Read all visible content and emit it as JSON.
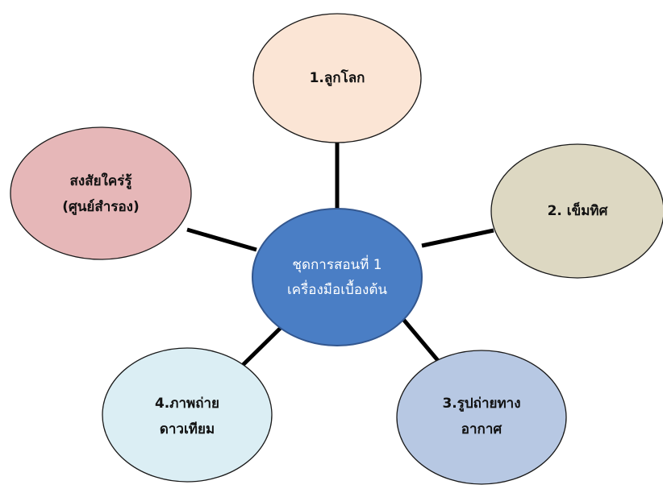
{
  "diagram": {
    "colors": {
      "connector": "#000000",
      "center_fill": "#4a7ec5",
      "center_stroke": "#33578f",
      "node1_fill": "#fbe5d5",
      "node2_fill": "#ddd8c2",
      "node3_fill": "#b7c8e3",
      "node4_fill": "#dbeef4",
      "node5_fill": "#e6b7b8"
    },
    "center": {
      "line1": "ชุดการสอนที่ 1",
      "line2": "เครื่องมือเบื้องต้น"
    },
    "nodes": [
      {
        "id": "globe",
        "line1": "1.ลูกโลก",
        "line2": ""
      },
      {
        "id": "compass",
        "line1": "2. เข็มทิศ",
        "line2": ""
      },
      {
        "id": "aerial-photo",
        "line1": "3.รูปถ่ายทาง",
        "line2": "อากาศ"
      },
      {
        "id": "satellite-image",
        "line1": "4.ภาพถ่าย",
        "line2": "ดาวเทียม"
      },
      {
        "id": "questions",
        "line1": "สงสัยใคร่รู้",
        "line2": "(ศูนย์สำรอง)"
      }
    ]
  }
}
